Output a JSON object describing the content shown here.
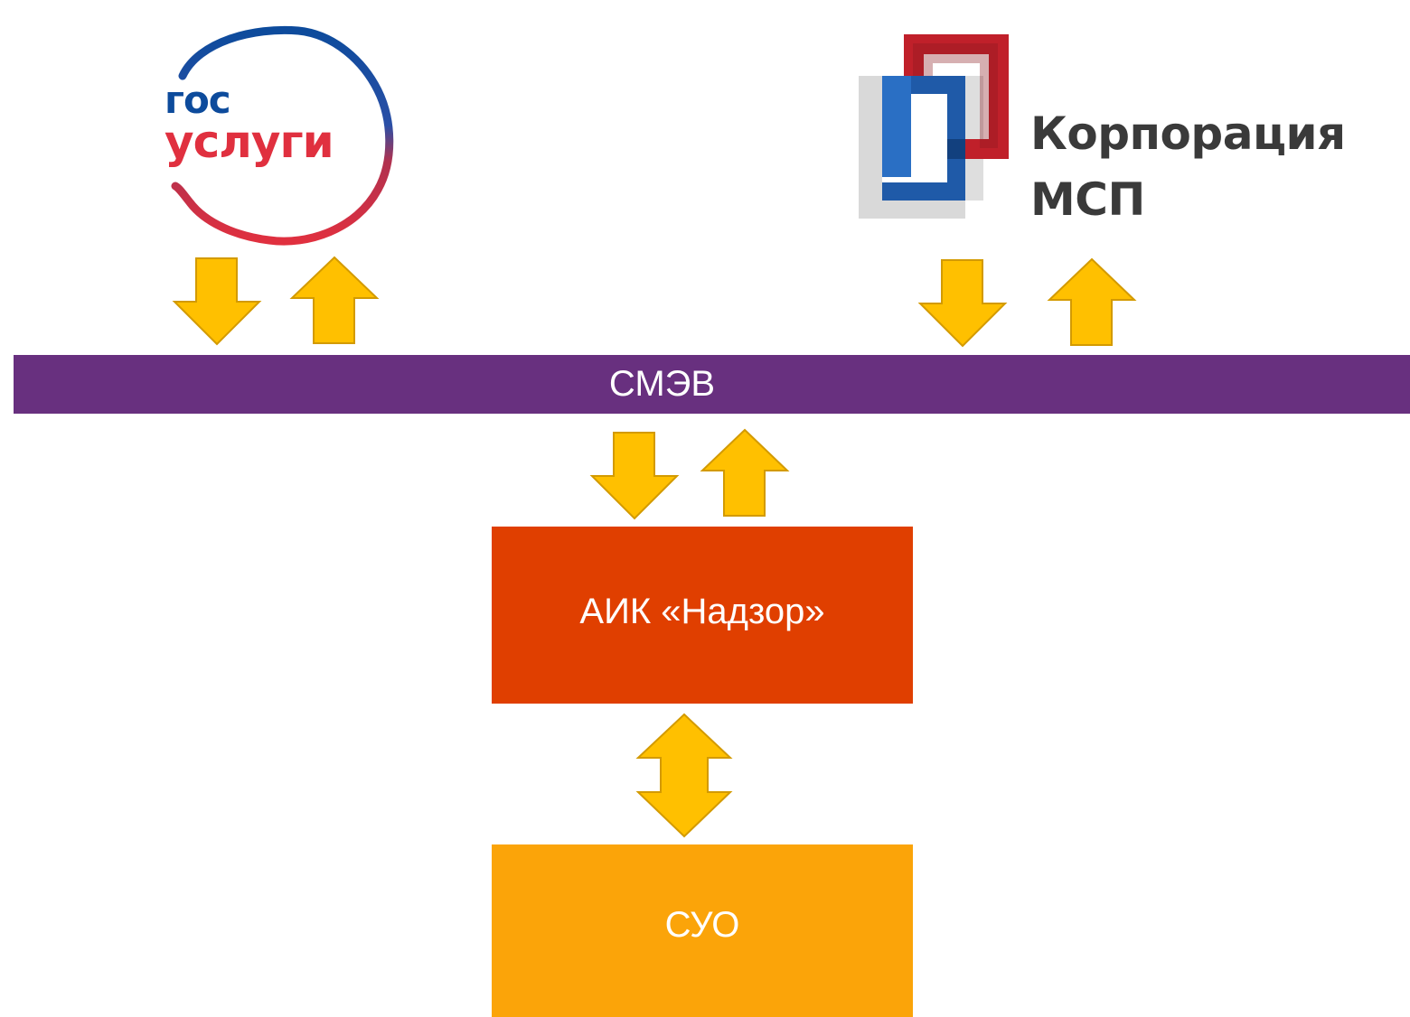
{
  "logos": {
    "gosuslugi": {
      "line1": "гос",
      "line2": "услуги",
      "colors": {
        "blue": "#0d4b9c",
        "red": "#e0303f"
      }
    },
    "msp": {
      "line1": "Корпорация",
      "line2": "МСП",
      "colors": {
        "blue": "#1f5aa8",
        "red": "#c0202a",
        "gray": "#d7d7d7",
        "text": "#3a3a3a"
      }
    }
  },
  "bus": {
    "label": "СМЭВ",
    "color": "#68307f"
  },
  "systems": {
    "aik": {
      "label": "АИК «Надзор»",
      "color": "#e03f00"
    },
    "suo": {
      "label": "СУО",
      "color": "#fba409"
    }
  },
  "arrows": {
    "fill": "#ffc000",
    "stroke": "#d39a00"
  },
  "connections": [
    {
      "from": "gosuslugi",
      "to": "bus",
      "direction": "bidirectional"
    },
    {
      "from": "msp",
      "to": "bus",
      "direction": "bidirectional"
    },
    {
      "from": "bus",
      "to": "aik",
      "direction": "bidirectional"
    },
    {
      "from": "aik",
      "to": "suo",
      "direction": "bidirectional"
    }
  ]
}
